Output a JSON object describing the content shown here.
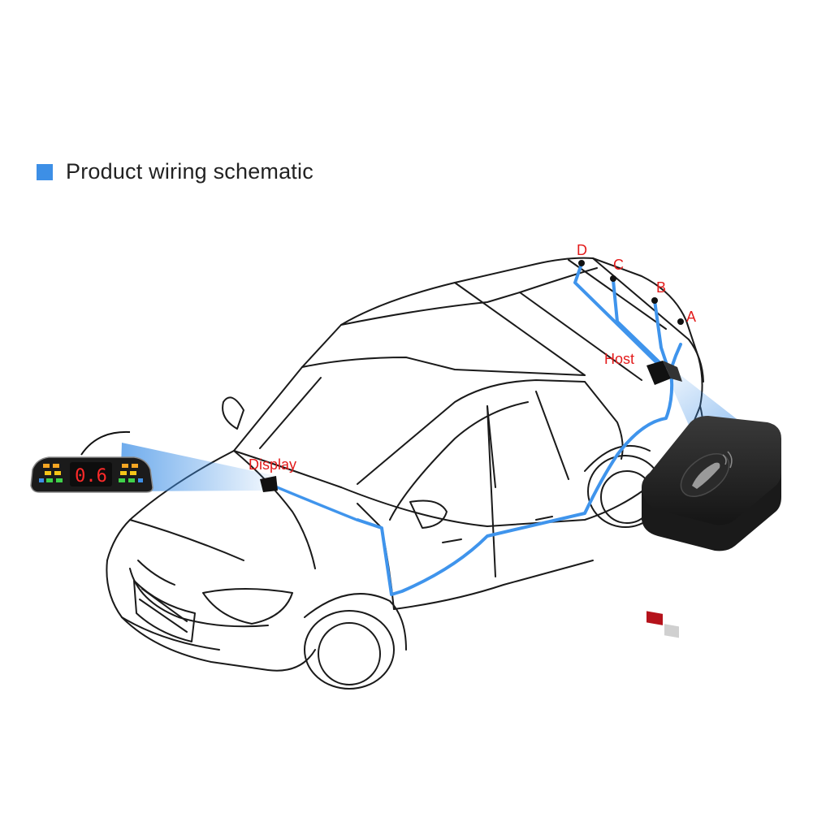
{
  "heading": {
    "text": "Product wiring schematic"
  },
  "labels": {
    "display": "Display",
    "host": "Host",
    "sensor_a": "A",
    "sensor_b": "B",
    "sensor_c": "C",
    "sensor_d": "D"
  },
  "display_unit": {
    "reading": "0.6"
  },
  "colors": {
    "accent": "#3d8fe6",
    "wire": "#3f94ec",
    "label": "#e31b1b",
    "reading": "#ff2a2a",
    "host_box": "#1d1d1d"
  },
  "icons": [
    "car-outline-icon",
    "parking-display-icon",
    "host-control-box-icon",
    "sensor-dot-icon"
  ]
}
